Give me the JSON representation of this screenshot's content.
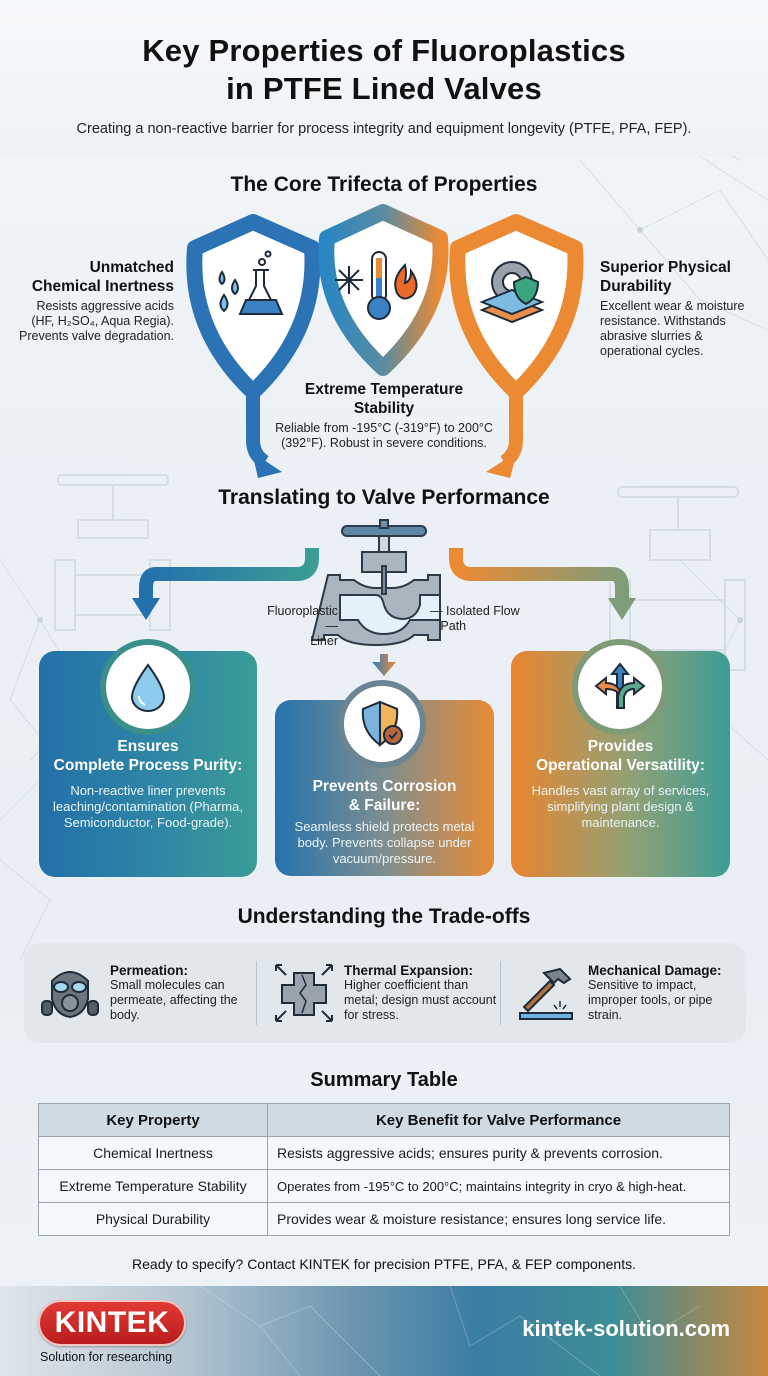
{
  "header": {
    "title_line1": "Key Properties of Fluoroplastics",
    "title_line2": "in PTFE Lined Valves",
    "subtitle": "Creating a non-reactive barrier for process integrity and equipment longevity (PTFE, PFA, FEP)."
  },
  "trifecta": {
    "title": "The Core Trifecta of Properties",
    "properties": [
      {
        "title_line1": "Unmatched",
        "title_line2": "Chemical Inertness",
        "description": "Resists aggressive acids (HF, H₂SO₄, Aqua Regia). Prevents valve degradation.",
        "icon": "flask-droplets-icon",
        "color": "#2b73b4"
      },
      {
        "title_line1": "Extreme Temperature",
        "title_line2": "Stability",
        "description": "Reliable from -195°C (-319°F) to 200°C (392°F). Robust in severe conditions.",
        "icon": "thermometer-snowflake-flame-icon",
        "color": "#2f8fbf"
      },
      {
        "title_line1": "Superior Physical",
        "title_line2": "Durability",
        "description": "Excellent wear & moisture resistance. Withstands abrasive slurries & operational cycles.",
        "icon": "gear-shield-layers-icon",
        "color": "#ec8a34"
      }
    ]
  },
  "performance": {
    "title": "Translating to Valve Performance",
    "valve_labels": {
      "left_line1": "Fluoroplastic",
      "left_line2": "Liner",
      "right_line1": "Isolated Flow",
      "right_line2": "Path"
    },
    "cards": [
      {
        "title_line1": "Ensures",
        "title_line2": "Complete Process Purity:",
        "description": "Non-reactive liner prevents leaching/contamination (Pharma, Semiconductor, Food-grade).",
        "icon": "water-drop-icon"
      },
      {
        "title_line1": "Prevents Corrosion",
        "title_line2": "& Failure:",
        "description": "Seamless shield protects metal body. Prevents collapse under vacuum/pressure.",
        "icon": "shield-check-icon"
      },
      {
        "title_line1": "Provides",
        "title_line2": "Operational Versatility:",
        "description": "Handles vast array of services, simplifying plant design & maintenance.",
        "icon": "split-arrows-icon"
      }
    ]
  },
  "tradeoffs": {
    "title": "Understanding the Trade-offs",
    "items": [
      {
        "title": "Permeation:",
        "description": "Small molecules can permeate, affecting the body.",
        "icon": "gas-mask-icon"
      },
      {
        "title": "Thermal Expansion:",
        "description": "Higher coefficient than metal; design must account for stress.",
        "icon": "expansion-crack-icon"
      },
      {
        "title": "Mechanical Damage:",
        "description": "Sensitive to impact, improper tools, or pipe strain.",
        "icon": "hammer-icon"
      }
    ]
  },
  "summary_table": {
    "title": "Summary Table",
    "columns": [
      "Key Property",
      "Key Benefit for Valve Performance"
    ],
    "rows": [
      [
        "Chemical Inertness",
        "Resists aggressive acids; ensures purity & prevents corrosion."
      ],
      [
        "Extreme Temperature Stability",
        "Operates from -195°C to 200°C; maintains integrity in cryo & high-heat."
      ],
      [
        "Physical Durability",
        "Provides wear & moisture resistance; ensures long service life."
      ]
    ]
  },
  "cta": "Ready to specify? Contact KINTEK for precision PTFE, PFA, & FEP components.",
  "footer": {
    "logo": "KINTEK",
    "tagline": "Solution for researching",
    "website": "kintek-solution.com"
  },
  "colors": {
    "blue": "#2b73b4",
    "teal": "#3a9c94",
    "orange": "#ec8a34",
    "logo_red": "#d22b2b"
  }
}
